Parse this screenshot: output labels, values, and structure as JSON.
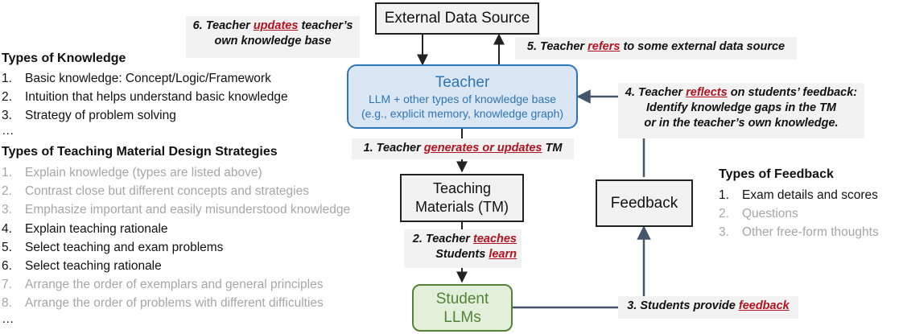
{
  "colors": {
    "teacher_blue": "#2e75b6",
    "student_green": "#548235",
    "emphasis_red": "#b3121f",
    "arrow": "#44546a",
    "muted": "#a6a6a6"
  },
  "boxes": {
    "external": "External Data Source",
    "teacher_title": "Teacher",
    "teacher_sub1": "LLM + other types of knowledge base",
    "teacher_sub2": "(e.g., explicit memory, knowledge graph)",
    "tm_line1": "Teaching",
    "tm_line2": "Materials (TM)",
    "feedback": "Feedback",
    "student_line1": "Student",
    "student_line2": "LLMs"
  },
  "steps": {
    "s6": {
      "pre": "6. Teacher ",
      "em": "updates",
      "post": " teacher’s",
      "line2": "own knowledge base"
    },
    "s5": {
      "pre": "5. Teacher ",
      "em": "refers",
      "post": " to some external data source"
    },
    "s4": {
      "pre": "4. Teacher ",
      "em": "reflects",
      "post": " on students’ feedback:",
      "line2": "Identify knowledge gaps in the TM",
      "line3": "or in the teacher’s own knowledge."
    },
    "s1": {
      "pre": "1. Teacher ",
      "em": "generates or updates",
      "post": " TM"
    },
    "s2": {
      "pre": "2. Teacher ",
      "em": "teaches",
      "line2_pre": "Students ",
      "line2_em": "learn"
    },
    "s3": {
      "pre": "3. Students provide ",
      "em": "feedback"
    }
  },
  "knowledge": {
    "title": "Types of Knowledge",
    "items": [
      {
        "num": "1.",
        "text": "Basic knowledge: Concept/Logic/Framework",
        "muted": false
      },
      {
        "num": "2.",
        "text": "Intuition that helps understand basic knowledge",
        "muted": false
      },
      {
        "num": "3.",
        "text": "Strategy of problem solving",
        "muted": false
      }
    ],
    "ellipsis": "…"
  },
  "strategies": {
    "title": "Types of Teaching Material Design Strategies",
    "items": [
      {
        "num": "1.",
        "text": "Explain knowledge (types are listed above)",
        "muted": true
      },
      {
        "num": "2.",
        "text": "Contrast close but different concepts and strategies",
        "muted": true
      },
      {
        "num": "3.",
        "text": "Emphasize important and easily misunderstood knowledge",
        "muted": true
      },
      {
        "num": "4.",
        "text": "Explain teaching rationale",
        "muted": false
      },
      {
        "num": "5.",
        "text": "Select teaching and exam problems",
        "muted": false
      },
      {
        "num": "6.",
        "text": "Select teaching rationale",
        "muted": false
      },
      {
        "num": "7.",
        "text": "Arrange the order of exemplars and general principles",
        "muted": true
      },
      {
        "num": "8.",
        "text": "Arrange the order of problems with different difficulties",
        "muted": true
      }
    ],
    "ellipsis": "…"
  },
  "feedback_types": {
    "title": "Types of Feedback",
    "items": [
      {
        "num": "1.",
        "text": "Exam details and scores",
        "muted": false
      },
      {
        "num": "2.",
        "text": "Questions",
        "muted": true
      },
      {
        "num": "3.",
        "text": "Other free-form thoughts",
        "muted": true
      }
    ]
  }
}
